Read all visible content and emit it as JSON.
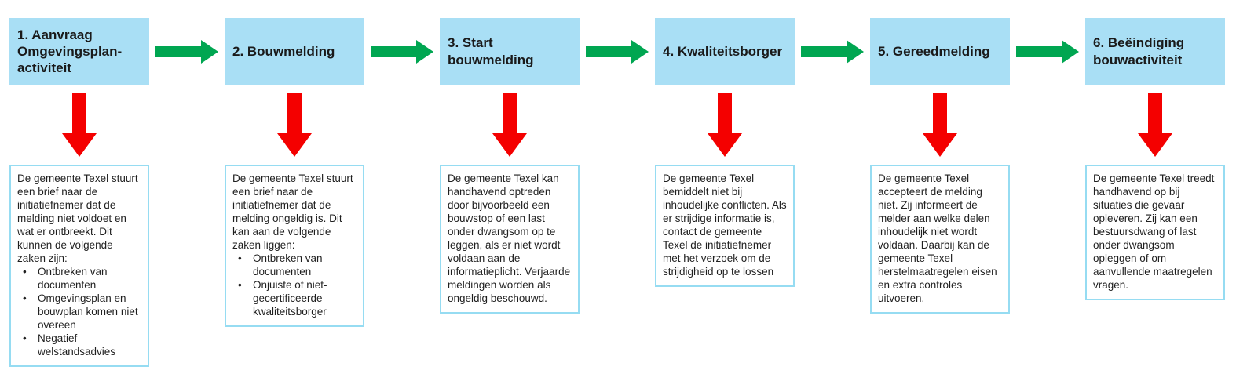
{
  "colors": {
    "header_fill": "#A9DFF5",
    "detail_border": "#96DCF2",
    "green_arrow": "#00A651",
    "red_arrow": "#F40000",
    "text": "#1C1C1C"
  },
  "icons": {
    "right_arrow": "green-right-block-arrow",
    "down_arrow": "red-down-block-arrow"
  },
  "steps": [
    {
      "label": "1. Aanvraag Omgevingsplan-activiteit",
      "description": "De gemeente Texel stuurt een brief naar de initiatiefnemer dat de melding niet voldoet en wat er ontbreekt. Dit kunnen de volgende zaken zijn:",
      "bullets": [
        "Ontbreken van documenten",
        "Omgevingsplan en bouwplan komen niet overeen",
        "Negatief welstandsadvies"
      ]
    },
    {
      "label": "2. Bouwmelding",
      "description": "De gemeente Texel stuurt een brief naar de initiatiefnemer dat de melding ongeldig is. Dit kan aan de volgende zaken liggen:",
      "bullets": [
        "Ontbreken van documenten",
        "Onjuiste of niet-gecertificeerde kwaliteitsborger"
      ]
    },
    {
      "label": "3. Start bouwmelding",
      "description": "De gemeente Texel kan handhavend optreden door bijvoorbeeld een bouwstop of een last onder dwangsom op te leggen, als er niet wordt voldaan aan de informatieplicht. Verjaarde meldingen worden als ongeldig beschouwd.",
      "bullets": []
    },
    {
      "label": "4. Kwaliteitsborger",
      "description": "De gemeente Texel bemiddelt niet bij inhoudelijke conflicten. Als er strijdige informatie is, contact de gemeente Texel de initiatiefnemer met het verzoek om de strijdigheid op te lossen",
      "bullets": []
    },
    {
      "label": "5. Gereedmelding",
      "description": "De gemeente Texel accepteert de melding niet. Zij informeert de melder aan welke delen inhoudelijk niet wordt voldaan. Daarbij kan de gemeente Texel herstelmaatregelen eisen en extra controles uitvoeren.",
      "bullets": []
    },
    {
      "label": "6. Beëindiging bouwactiviteit",
      "description": "De gemeente Texel treedt handhavend op bij situaties die gevaar opleveren. Zij kan een bestuursdwang of last onder dwangsom opleggen of om aanvullende maatregelen vragen.",
      "bullets": []
    }
  ]
}
